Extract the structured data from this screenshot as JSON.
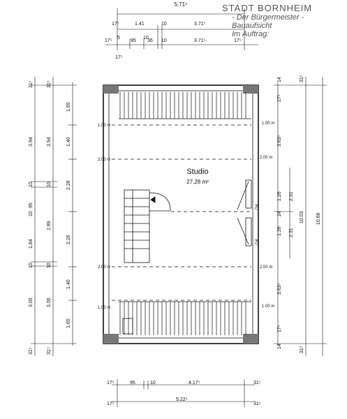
{
  "stamp": {
    "line1": "STADT BORNHEIM",
    "line2": "- Der Bürgermeister -",
    "line3": "Bauaufsicht",
    "line4": "Im Auftrag:"
  },
  "room": {
    "name": "Studio",
    "area": "27,28 m²"
  },
  "top_dims": {
    "row1": [
      "5.71⁵"
    ],
    "row2": [
      "17⁵",
      "1.41",
      "10",
      "3.71⁵"
    ],
    "row3": [
      "17⁵",
      "5",
      "95",
      "10",
      "36",
      "10",
      "3.71⁵",
      "17⁵"
    ],
    "below": "17⁵"
  },
  "bottom_dims": {
    "row1": [
      "17⁵",
      "95",
      "10",
      "4.17⁵",
      "31⁵"
    ],
    "row2": [
      "17⁵",
      "5.22⁵",
      "31⁵"
    ]
  },
  "left_dims": {
    "col1": [
      "31⁵",
      "3.94",
      "10",
      "95",
      "10",
      "1.84",
      "10",
      "3.00",
      "31⁵"
    ],
    "col2": [
      "31⁵",
      "3.94",
      "10",
      "2.89",
      "10",
      "3.00",
      "31⁵"
    ],
    "col3": [
      "1.65",
      "1.40",
      "2.28",
      "2.26",
      "1.40",
      "1.65"
    ]
  },
  "right_dims": {
    "col1": [
      "14",
      "17⁵",
      "3.63⁵",
      "1.26",
      "24",
      "1.26",
      "3.63⁵",
      "17⁵",
      "14"
    ],
    "col2": [
      "2.31",
      "2.31"
    ],
    "col3": [
      "31⁵",
      "10.03",
      "31⁵"
    ],
    "col4": [
      "10.66"
    ]
  },
  "heights": {
    "left": [
      "1.00 m",
      "2.00 m",
      "2.00 m",
      "1.00 m"
    ],
    "right": [
      "1.00 m",
      "2.00 m",
      "2.00 m",
      "1.00 m"
    ]
  },
  "window_label": "DK"
}
